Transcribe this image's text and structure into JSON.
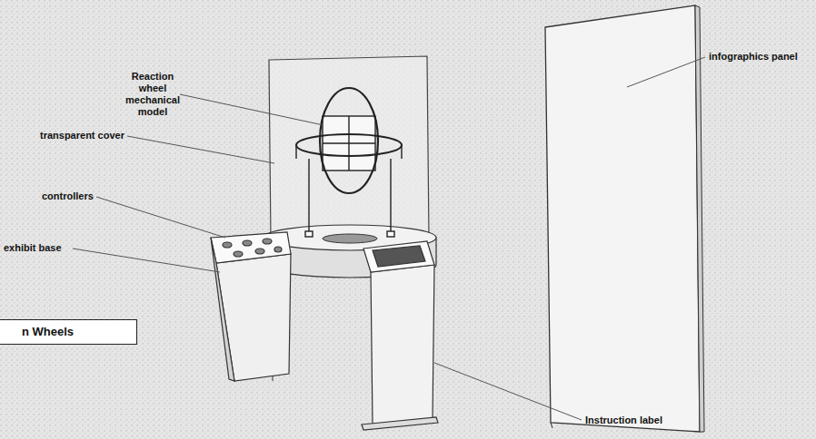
{
  "diagram": {
    "nodes": [
      {
        "text": [
          "n Wheels"
        ]
      }
    ],
    "labels": [
      "Reaction wheel mechanical model",
      "transparent cover",
      "controllers",
      "exhibit base",
      "Instruction label",
      "infographics panel"
    ]
  }
}
